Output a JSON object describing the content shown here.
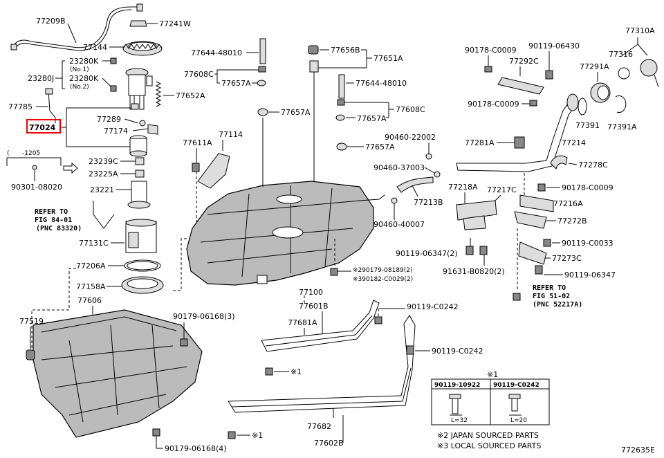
{
  "diagram_code": "772635E",
  "parts": {
    "p77209b": "77209B",
    "p77241w": "77241W",
    "p77144": "77144",
    "p23280k1": "23280K",
    "p23280k1_note": "(No.1)",
    "p23280j": "23280J",
    "p23280k2": "23280K",
    "p23280k2_note": "(No.2)",
    "p77652a": "77652A",
    "p77785": "77785",
    "p77024": "77024",
    "p77289": "77289",
    "p77174": "77174",
    "p1205": "-1205",
    "p23239c": "23239C",
    "p23225a": "23225A",
    "p90301": "90301-08020",
    "p23221": "23221",
    "p77131c": "77131C",
    "p77206a": "77206A",
    "p77158a": "77158A",
    "p77606": "77606",
    "p77519": "77519",
    "p90179_06168_3": "90179-06168(3)",
    "p90179_06168_4": "90179-06168(4)",
    "p77644_48010_a": "77644-48010",
    "p77608c_a": "77608C",
    "p77657a_a": "77657A",
    "p77657a_b": "77657A",
    "p77656b": "77656B",
    "p77651a": "77651A",
    "p77644_48010_b": "77644-48010",
    "p77608c_b": "77608C",
    "p77657a_c": "77657A",
    "p77657a_d": "77657A",
    "p77611a": "77611A",
    "p77114": "77114",
    "p90460_22002": "90460-22002",
    "p90460_37003": "90460-37003",
    "p77213b": "77213B",
    "p90460_40007": "90460-40007",
    "p90179_08189": "※290179-08189(2)",
    "p90182_c0029": "※390182-C0029(2)",
    "p77100": "77100",
    "p77601b": "77601B",
    "p77681a": "77681A",
    "p90119_c0242_a": "90119-C0242",
    "p90119_c0242_b": "90119-C0242",
    "p_star1_a": "※1",
    "p_star1_b": "※1",
    "p77682": "77682",
    "p77602b": "77602B",
    "p90178_c0009_a": "90178-C0009",
    "p90119_06430": "90119-06430",
    "p77292c": "77292C",
    "p90178_c0009_b": "90178-C0009",
    "p77310a": "77310A",
    "p77316": "77316",
    "p77291a": "77291A",
    "p77391": "77391",
    "p77391a": "77391A",
    "p77281a": "77281A",
    "p77214": "77214",
    "p77278c": "77278C",
    "p90178_c0009_c": "90178-C0009",
    "p77218a": "77218A",
    "p77217c": "77217C",
    "p77216a": "77216A",
    "p77272b": "77272B",
    "p90119_c0033": "90119-C0033",
    "p90119_06347_a": "90119-06347(2)",
    "p77273c": "77273C",
    "p91631_b0820": "91631-B0820(2)",
    "p90119_06347_b": "90119-06347"
  },
  "refer_notes": {
    "left_l1": "REFER TO",
    "left_l2": "FIG 84-01",
    "left_l3": "(PNC 83320)",
    "right_l1": "REFER TO",
    "right_l2": "FIG 51-02",
    "right_l3": "(PNC 52217A)"
  },
  "legend": {
    "marker": "※1",
    "col1": "90119-10922",
    "col2": "90119-C0242",
    "len1": "L=32",
    "len2": "L=20",
    "note2": "※2 JAPAN SOURCED PARTS",
    "note3": "※3 LOCAL SOURCED PARTS"
  },
  "highlight_color": "#e00000"
}
